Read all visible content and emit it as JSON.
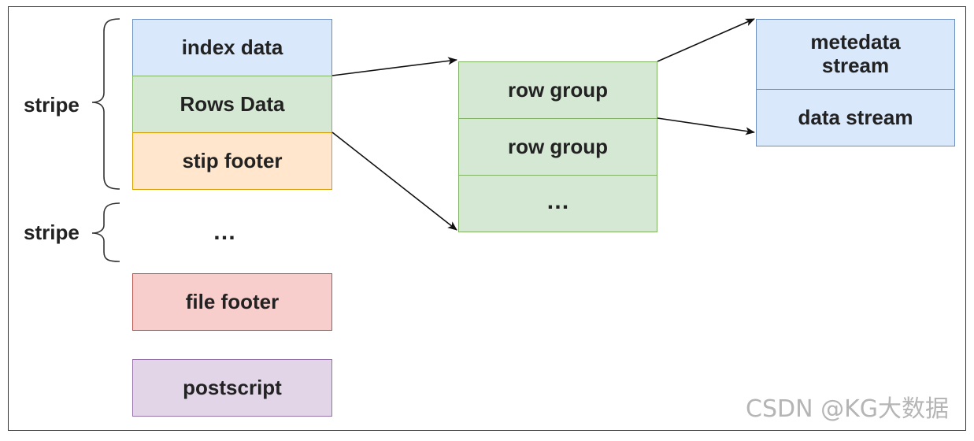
{
  "left_column": {
    "index_data": "index data",
    "rows_data": "Rows Data",
    "stip_footer": "stip footer",
    "ellipsis": "…",
    "file_footer": "file footer",
    "postscript": "postscript"
  },
  "braces": {
    "stripe_1": "stripe",
    "stripe_2": "stripe"
  },
  "middle_column": {
    "row_group_1": "row group",
    "row_group_2": "row group",
    "ellipsis": "…"
  },
  "right_column": {
    "metadata_stream": "metedata\nstream",
    "data_stream": "data stream"
  },
  "watermark": "CSDN @KG大数据",
  "colors": {
    "blue_fill": "#dae8fc",
    "blue_stroke": "#6c8ebf",
    "green_fill": "#d5e8d4",
    "green_stroke": "#82b366",
    "orange_fill": "#ffe6cc",
    "orange_stroke": "#d79b00",
    "red_fill": "#f8cecc",
    "red_stroke": "#b85450",
    "purple_fill": "#e1d5e7",
    "purple_stroke": "#9673a6"
  }
}
